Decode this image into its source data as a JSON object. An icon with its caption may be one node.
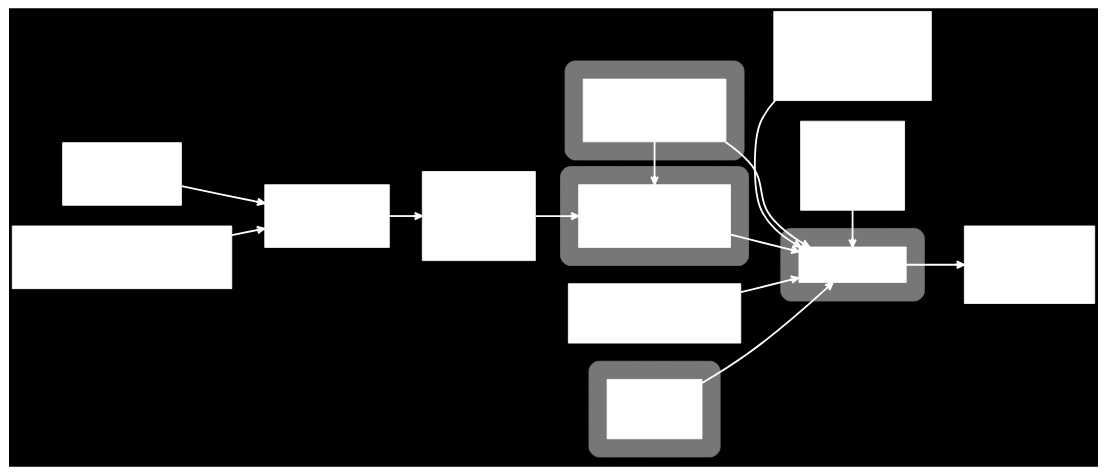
{
  "diagram": {
    "nodes": [
      {
        "text": [],
        "shape": "ellipse"
      },
      {
        "text": [],
        "shape": "box",
        "in": 0
      },
      {
        "text": [],
        "shape": "box"
      },
      {
        "text": [],
        "shape": "box"
      },
      {
        "text": [],
        "shape": "box"
      },
      {
        "text": [],
        "shape": "box"
      },
      {
        "text": [],
        "shape": "box"
      },
      {
        "text": [],
        "shape": "ellipse"
      },
      {
        "text": [],
        "shape": "box",
        "in": 7
      },
      {
        "text": [],
        "shape": "ellipse"
      },
      {
        "text": [],
        "shape": "box",
        "in": 9
      },
      {
        "text": [],
        "shape": "box"
      },
      {
        "text": [],
        "shape": "box"
      },
      {
        "text": [],
        "shape": "box"
      },
      {
        "text": [],
        "shape": "ellipse"
      },
      {
        "text": [],
        "shape": "box",
        "in": 14
      }
    ],
    "edges": [
      {
        "from": 4,
        "to": 5,
        "arrow": "to"
      },
      {
        "from": 5,
        "to": 6,
        "arrow": "to"
      },
      {
        "from": 12,
        "to": 5,
        "arrow": "to"
      },
      {
        "from": 6,
        "to": 8,
        "arrow": "to"
      },
      {
        "from": 1,
        "to": 8,
        "arrow": "to"
      },
      {
        "from": 8,
        "to": 10,
        "arrow": "to"
      },
      {
        "from": 1,
        "to": 10,
        "arrow": "to"
      },
      {
        "from": 2,
        "to": 10,
        "arrow": "to"
      },
      {
        "from": 3,
        "to": 10,
        "arrow": "to"
      },
      {
        "from": 13,
        "to": 10,
        "arrow": "to"
      },
      {
        "from": 15,
        "to": 10,
        "arrow": "to"
      },
      {
        "from": 10,
        "to": 11,
        "arrow": "to"
      }
    ]
  }
}
